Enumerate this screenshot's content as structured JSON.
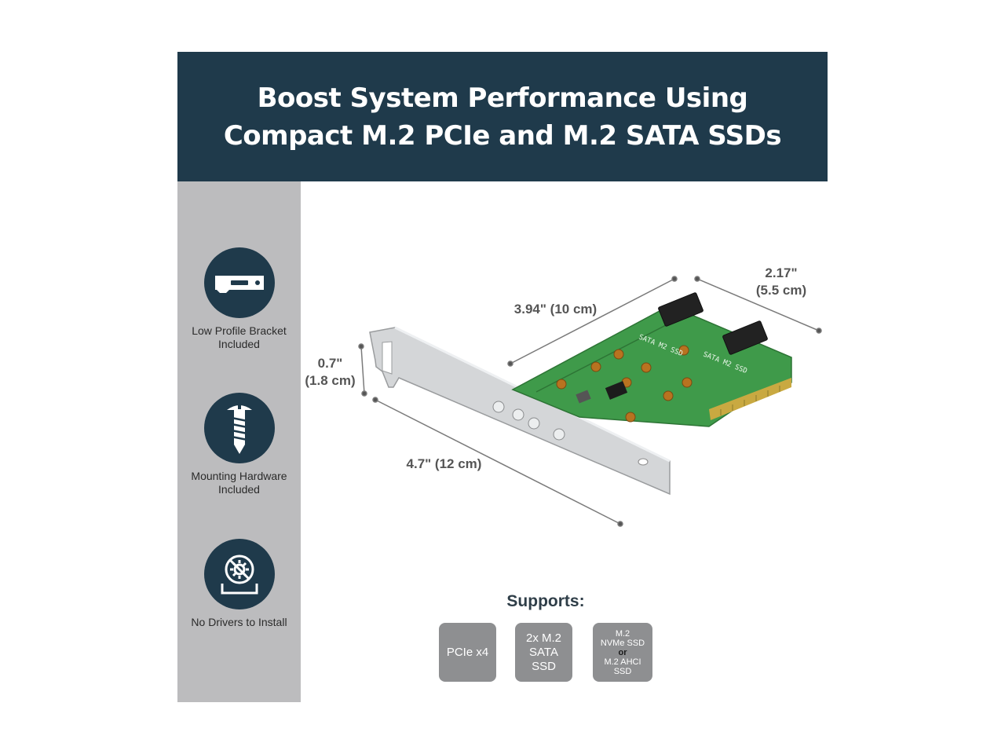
{
  "header": {
    "line1": "Boost System Performance Using",
    "line2": "Compact M.2 PCIe and M.2 SATA SSDs"
  },
  "features": [
    {
      "icon": "bracket-icon",
      "label_line1": "Low Profile Bracket",
      "label_line2": "Included"
    },
    {
      "icon": "screw-icon",
      "label_line1": "Mounting Hardware",
      "label_line2": "Included"
    },
    {
      "icon": "no-drivers-icon",
      "label_line1": "No Drivers to Install"
    }
  ],
  "dimensions": {
    "length": "3.94\" (10 cm)",
    "width_line1": "2.17\"",
    "width_line2": "(5.5 cm)",
    "height_line1": "0.7\"",
    "height_line2": "(1.8 cm)",
    "bracket": "4.7\" (12 cm)"
  },
  "card": {
    "slot_label": "SATA M2 SSD"
  },
  "supports": {
    "title": "Supports:",
    "badges": [
      {
        "text": "PCIe x4"
      },
      {
        "line1": "2x M.2",
        "line2": "SATA",
        "line3": "SSD"
      },
      {
        "line1": "M.2",
        "line2": "NVMe SSD",
        "or": "or",
        "line3": "M.2 AHCI",
        "line4": "SSD"
      }
    ]
  },
  "colors": {
    "navy": "#1f3a4b",
    "sidebar_gray": "#bcbcbe",
    "badge_gray": "#8e8f91",
    "pcb_green": "#3f9a4a"
  }
}
